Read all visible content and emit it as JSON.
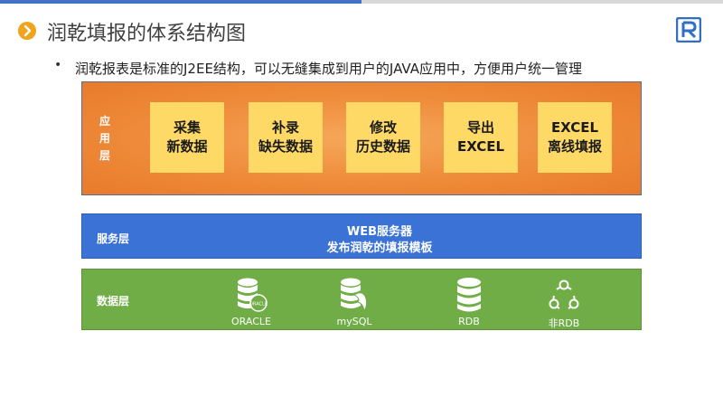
{
  "slide": {
    "title": "润乾填报的体系结构图",
    "bullet": "润乾报表是标准的J2EE结构，可以无缝集成到用户的JAVA应用中，方便用户统一管理"
  },
  "layers": {
    "application": {
      "label_chars": [
        "应",
        "用",
        "层"
      ],
      "boxes": [
        {
          "line1": "采集",
          "line2": "新数据"
        },
        {
          "line1": "补录",
          "line2": "缺失数据"
        },
        {
          "line1": "修改",
          "line2": "历史数据"
        },
        {
          "line1": "导出",
          "line2": "EXCEL"
        },
        {
          "line1": "EXCEL",
          "line2": "离线填报"
        }
      ]
    },
    "service": {
      "label": "服务层",
      "line1": "WEB服务器",
      "line2": "发布润乾的填报模板"
    },
    "data": {
      "label": "数据层",
      "sources": [
        {
          "name": "ORACLE",
          "icon": "oracle-db-icon"
        },
        {
          "name": "mySQL",
          "icon": "mysql-db-icon"
        },
        {
          "name": "RDB",
          "icon": "database-icon"
        },
        {
          "name": "非RDB",
          "icon": "nosql-network-icon"
        }
      ],
      "oracle_badge": "ORACLE"
    }
  },
  "colors": {
    "accent": "#f0a31c",
    "application_layer": "#ee8b3a",
    "app_box": "#ffd966",
    "service_layer": "#3b72d6",
    "data_layer": "#70ad47"
  }
}
